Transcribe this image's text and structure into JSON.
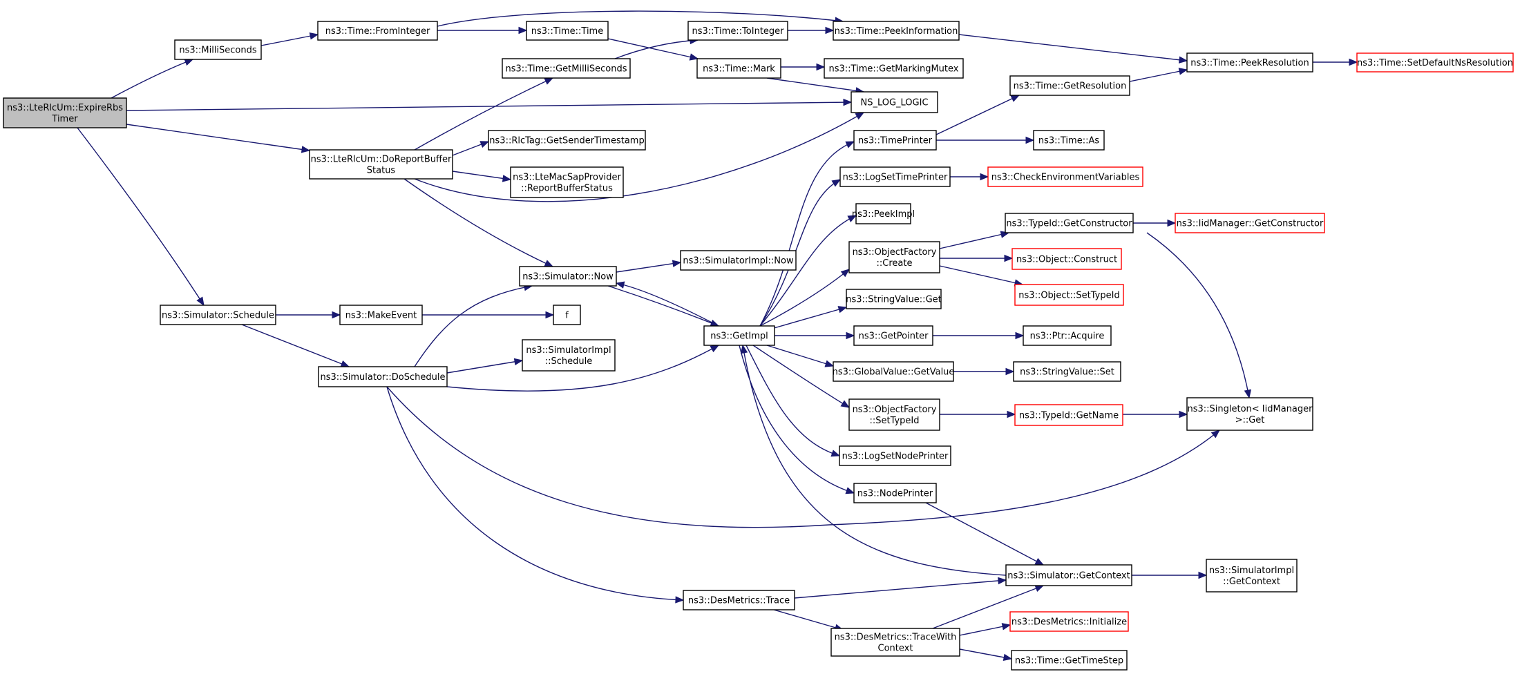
{
  "colors": {
    "edge": "#191970",
    "node_border": "#000000",
    "truncated_border": "#ff0000",
    "root_fill": "#bfbfbf",
    "node_fill": "#ffffff"
  },
  "nodes": {
    "expire": {
      "lines": [
        "ns3::LteRlcUm::ExpireRbs",
        "Timer"
      ],
      "root": true
    },
    "milli": {
      "lines": [
        "ns3::MilliSeconds"
      ]
    },
    "fromint": {
      "lines": [
        "ns3::Time::FromInteger"
      ]
    },
    "timetime": {
      "lines": [
        "ns3::Time::Time"
      ]
    },
    "toint": {
      "lines": [
        "ns3::Time::ToInteger"
      ]
    },
    "peekinfo": {
      "lines": [
        "ns3::Time::PeekInformation"
      ]
    },
    "peekres": {
      "lines": [
        "ns3::Time::PeekResolution"
      ]
    },
    "setdefres": {
      "lines": [
        "ns3::Time::SetDefaultNsResolution"
      ],
      "truncated": true
    },
    "getms": {
      "lines": [
        "ns3::Time::GetMilliSeconds"
      ]
    },
    "mark": {
      "lines": [
        "ns3::Time::Mark"
      ]
    },
    "getmarkmutex": {
      "lines": [
        "ns3::Time::GetMarkingMutex"
      ]
    },
    "nslog": {
      "lines": [
        "NS_LOG_LOGIC"
      ]
    },
    "getres": {
      "lines": [
        "ns3::Time::GetResolution"
      ]
    },
    "doreport": {
      "lines": [
        "ns3::LteRlcUm::DoReportBuffer",
        "Status"
      ]
    },
    "rlctag": {
      "lines": [
        "ns3::RlcTag::GetSenderTimestamp"
      ]
    },
    "ltemacsap": {
      "lines": [
        "ns3::LteMacSapProvider",
        "::ReportBufferStatus"
      ]
    },
    "timeprinter": {
      "lines": [
        "ns3::TimePrinter"
      ]
    },
    "timeas": {
      "lines": [
        "ns3::Time::As"
      ]
    },
    "logsettime": {
      "lines": [
        "ns3::LogSetTimePrinter"
      ]
    },
    "checkenv": {
      "lines": [
        "ns3::CheckEnvironmentVariables"
      ],
      "truncated": true
    },
    "peekimpl": {
      "lines": [
        "ns3::PeekImpl"
      ]
    },
    "objfcreate": {
      "lines": [
        "ns3::ObjectFactory",
        "::Create"
      ]
    },
    "typeidgetctor": {
      "lines": [
        "ns3::TypeId::GetConstructor"
      ]
    },
    "iidgetctor": {
      "lines": [
        "ns3::IidManager::GetConstructor"
      ],
      "truncated": true
    },
    "objconstruct": {
      "lines": [
        "ns3::Object::Construct"
      ],
      "truncated": true
    },
    "objsettypeid": {
      "lines": [
        "ns3::Object::SetTypeId"
      ],
      "truncated": true
    },
    "simnow": {
      "lines": [
        "ns3::Simulator::Now"
      ]
    },
    "simimplnow": {
      "lines": [
        "ns3::SimulatorImpl::Now"
      ]
    },
    "stringvalget": {
      "lines": [
        "ns3::StringValue::Get"
      ]
    },
    "simschedule": {
      "lines": [
        "ns3::Simulator::Schedule"
      ]
    },
    "makeevent": {
      "lines": [
        "ns3::MakeEvent"
      ]
    },
    "f": {
      "lines": [
        "f"
      ]
    },
    "getimpl": {
      "lines": [
        "ns3::GetImpl"
      ]
    },
    "getpointer": {
      "lines": [
        "ns3::GetPointer"
      ]
    },
    "ptracquire": {
      "lines": [
        "ns3::Ptr::Acquire"
      ]
    },
    "simimplschedule": {
      "lines": [
        "ns3::SimulatorImpl",
        "::Schedule"
      ]
    },
    "dosched": {
      "lines": [
        "ns3::Simulator::DoSchedule"
      ]
    },
    "globalgetvalue": {
      "lines": [
        "ns3::GlobalValue::GetValue"
      ]
    },
    "stringvalset": {
      "lines": [
        "ns3::StringValue::Set"
      ]
    },
    "objfsettypeid": {
      "lines": [
        "ns3::ObjectFactory",
        "::SetTypeId"
      ]
    },
    "typeidgetname": {
      "lines": [
        "ns3::TypeId::GetName"
      ],
      "truncated": true
    },
    "singleton": {
      "lines": [
        "ns3::Singleton< IidManager",
        " >::Get"
      ]
    },
    "logsetnode": {
      "lines": [
        "ns3::LogSetNodePrinter"
      ]
    },
    "nodeprinter": {
      "lines": [
        "ns3::NodePrinter"
      ]
    },
    "simgetctx": {
      "lines": [
        "ns3::Simulator::GetContext"
      ]
    },
    "simimplgetctx": {
      "lines": [
        "ns3::SimulatorImpl",
        "::GetContext"
      ]
    },
    "desmetrace": {
      "lines": [
        "ns3::DesMetrics::Trace"
      ]
    },
    "desinit": {
      "lines": [
        "ns3::DesMetrics::Initialize"
      ],
      "truncated": true
    },
    "tracewith": {
      "lines": [
        "ns3::DesMetrics::TraceWith",
        "Context"
      ]
    },
    "timestep": {
      "lines": [
        "ns3::Time::GetTimeStep"
      ]
    }
  }
}
